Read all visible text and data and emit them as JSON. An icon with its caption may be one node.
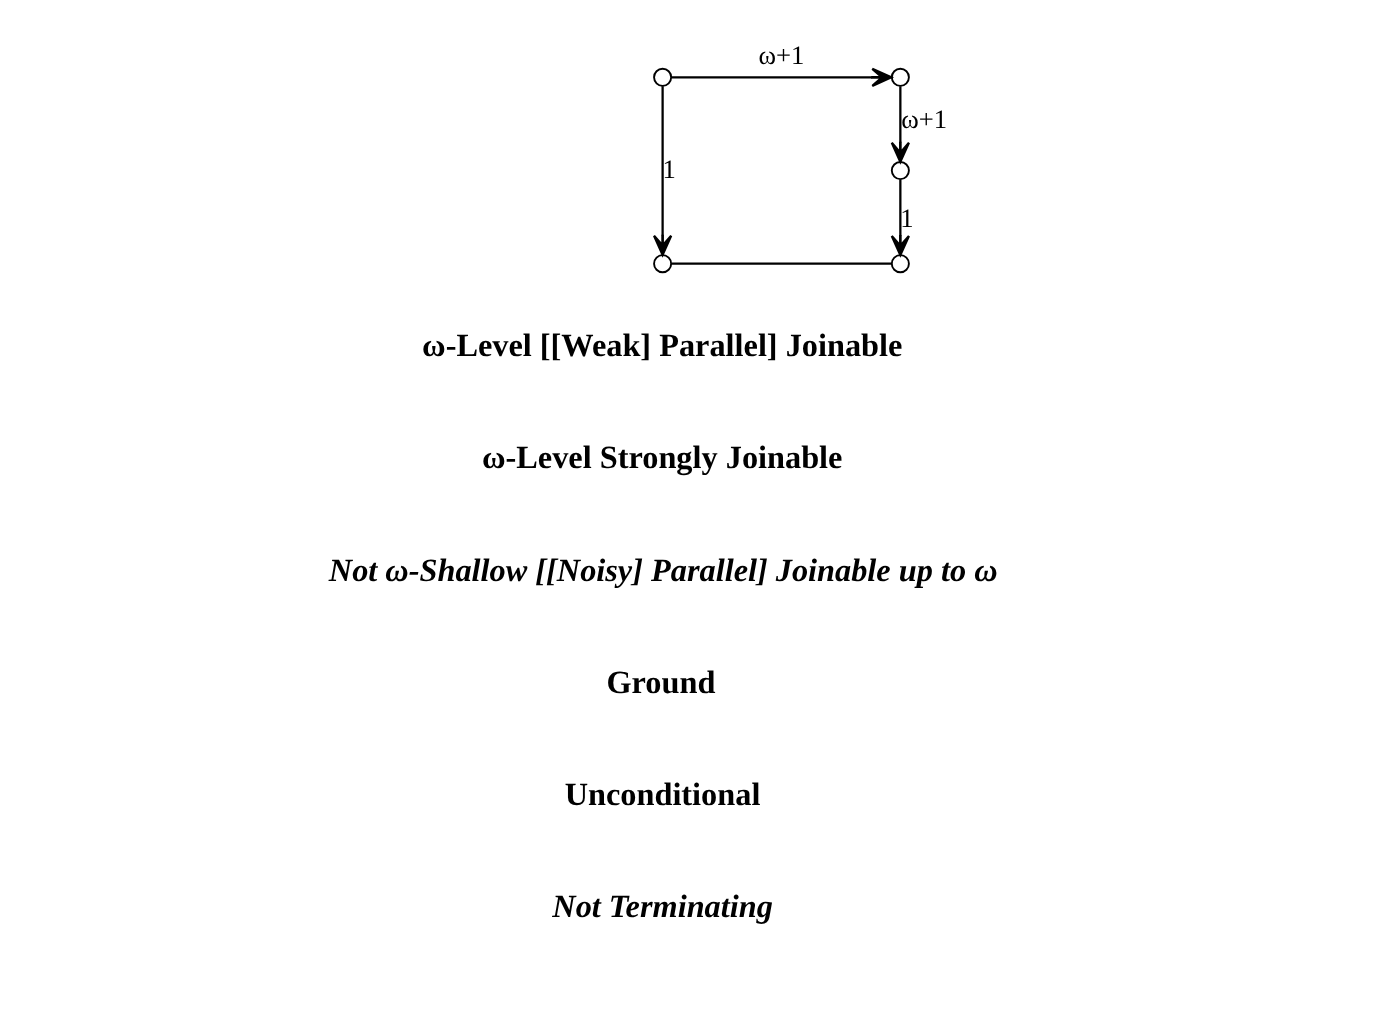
{
  "diagram": {
    "nodes": [
      {
        "text": [],
        "shape": "circle"
      },
      {
        "text": [],
        "shape": "circle"
      },
      {
        "text": [],
        "shape": "circle"
      },
      {
        "text": [],
        "shape": "circle"
      },
      {
        "text": [],
        "shape": "circle"
      }
    ],
    "edges": [
      {
        "from": 0,
        "to": 1,
        "arrow": "to",
        "label": "ω+1"
      },
      {
        "from": 1,
        "to": 2,
        "arrow": "to",
        "label": "ω+1"
      },
      {
        "from": 0,
        "to": 3,
        "arrow": "to",
        "label": "1"
      },
      {
        "from": 2,
        "to": 4,
        "arrow": "to",
        "label": "1"
      },
      {
        "from": 3,
        "to": 4,
        "arrow": "none"
      }
    ],
    "labels": [
      "ω-Level [[Weak] Parallel] Joinable",
      "ω-Level Strongly Joinable",
      "Not ω-Shallow [[Noisy] Parallel] Joinable up to ω",
      "Ground",
      "Unconditional",
      "Not Terminating"
    ]
  }
}
